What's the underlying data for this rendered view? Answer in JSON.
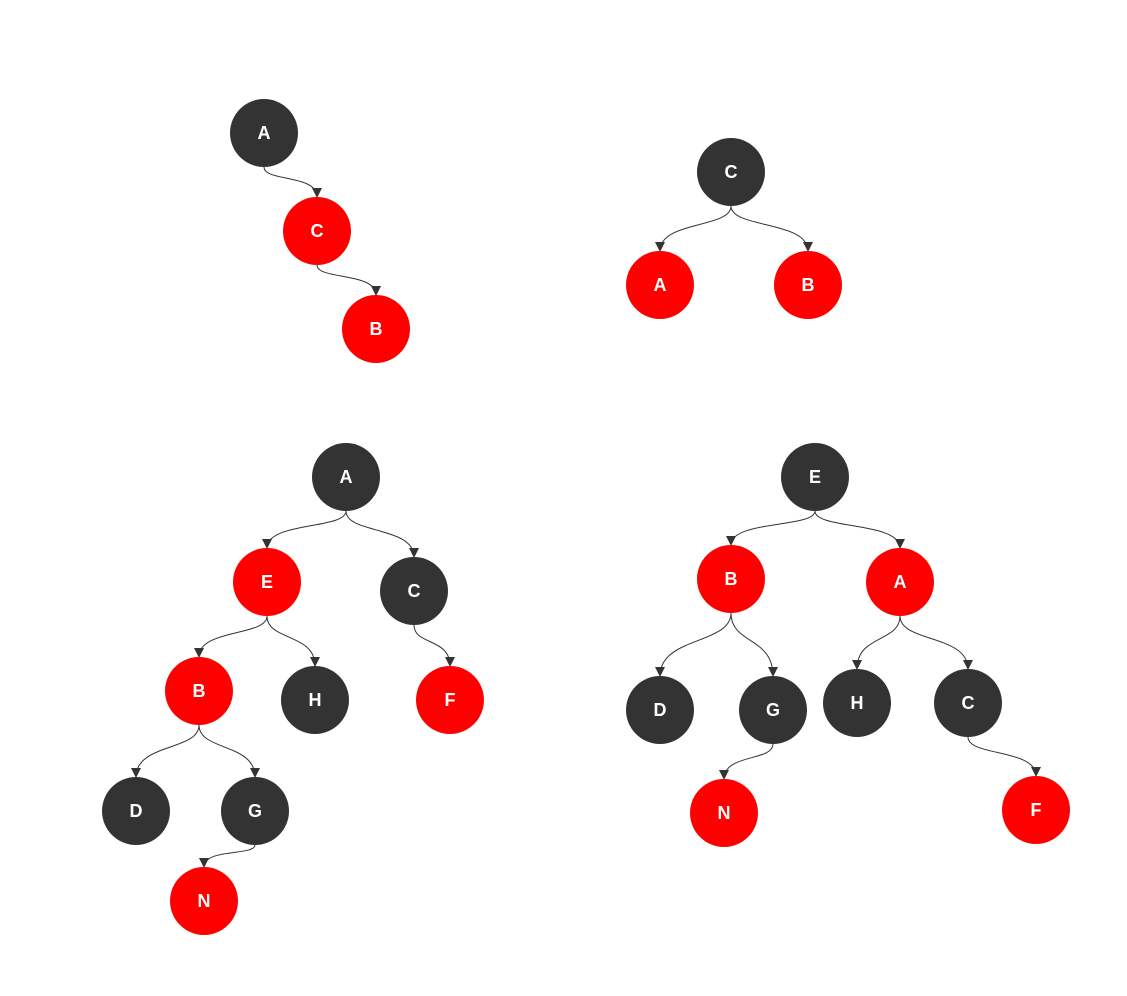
{
  "colors": {
    "black_node": "#333333",
    "red_node": "#ff0000",
    "label": "#ffffff",
    "edge": "#333333",
    "background": "#ffffff"
  },
  "diagrams": [
    {
      "id": "tree-1",
      "nodes": [
        {
          "id": "t1-a",
          "label": "A",
          "color": "black"
        },
        {
          "id": "t1-c",
          "label": "C",
          "color": "red"
        },
        {
          "id": "t1-b",
          "label": "B",
          "color": "red"
        }
      ],
      "edges": [
        {
          "from": "t1-a",
          "to": "t1-c"
        },
        {
          "from": "t1-c",
          "to": "t1-b"
        }
      ]
    },
    {
      "id": "tree-2",
      "nodes": [
        {
          "id": "t2-c",
          "label": "C",
          "color": "black"
        },
        {
          "id": "t2-a",
          "label": "A",
          "color": "red"
        },
        {
          "id": "t2-b",
          "label": "B",
          "color": "red"
        }
      ],
      "edges": [
        {
          "from": "t2-c",
          "to": "t2-a"
        },
        {
          "from": "t2-c",
          "to": "t2-b"
        }
      ]
    },
    {
      "id": "tree-3",
      "nodes": [
        {
          "id": "t3-a",
          "label": "A",
          "color": "black"
        },
        {
          "id": "t3-e",
          "label": "E",
          "color": "red"
        },
        {
          "id": "t3-c",
          "label": "C",
          "color": "black"
        },
        {
          "id": "t3-b",
          "label": "B",
          "color": "red"
        },
        {
          "id": "t3-h",
          "label": "H",
          "color": "black"
        },
        {
          "id": "t3-f",
          "label": "F",
          "color": "red"
        },
        {
          "id": "t3-d",
          "label": "D",
          "color": "black"
        },
        {
          "id": "t3-g",
          "label": "G",
          "color": "black"
        },
        {
          "id": "t3-n",
          "label": "N",
          "color": "red"
        }
      ],
      "edges": [
        {
          "from": "t3-a",
          "to": "t3-e"
        },
        {
          "from": "t3-a",
          "to": "t3-c"
        },
        {
          "from": "t3-e",
          "to": "t3-b"
        },
        {
          "from": "t3-e",
          "to": "t3-h"
        },
        {
          "from": "t3-c",
          "to": "t3-f"
        },
        {
          "from": "t3-b",
          "to": "t3-d"
        },
        {
          "from": "t3-b",
          "to": "t3-g"
        },
        {
          "from": "t3-g",
          "to": "t3-n"
        }
      ]
    },
    {
      "id": "tree-4",
      "nodes": [
        {
          "id": "t4-e",
          "label": "E",
          "color": "black"
        },
        {
          "id": "t4-b",
          "label": "B",
          "color": "red"
        },
        {
          "id": "t4-a",
          "label": "A",
          "color": "red"
        },
        {
          "id": "t4-d",
          "label": "D",
          "color": "black"
        },
        {
          "id": "t4-g",
          "label": "G",
          "color": "black"
        },
        {
          "id": "t4-h",
          "label": "H",
          "color": "black"
        },
        {
          "id": "t4-c",
          "label": "C",
          "color": "black"
        },
        {
          "id": "t4-n",
          "label": "N",
          "color": "red"
        },
        {
          "id": "t4-f",
          "label": "F",
          "color": "red"
        }
      ],
      "edges": [
        {
          "from": "t4-e",
          "to": "t4-b"
        },
        {
          "from": "t4-e",
          "to": "t4-a"
        },
        {
          "from": "t4-b",
          "to": "t4-d"
        },
        {
          "from": "t4-b",
          "to": "t4-g"
        },
        {
          "from": "t4-a",
          "to": "t4-h"
        },
        {
          "from": "t4-a",
          "to": "t4-c"
        },
        {
          "from": "t4-g",
          "to": "t4-n"
        },
        {
          "from": "t4-c",
          "to": "t4-f"
        }
      ]
    }
  ]
}
